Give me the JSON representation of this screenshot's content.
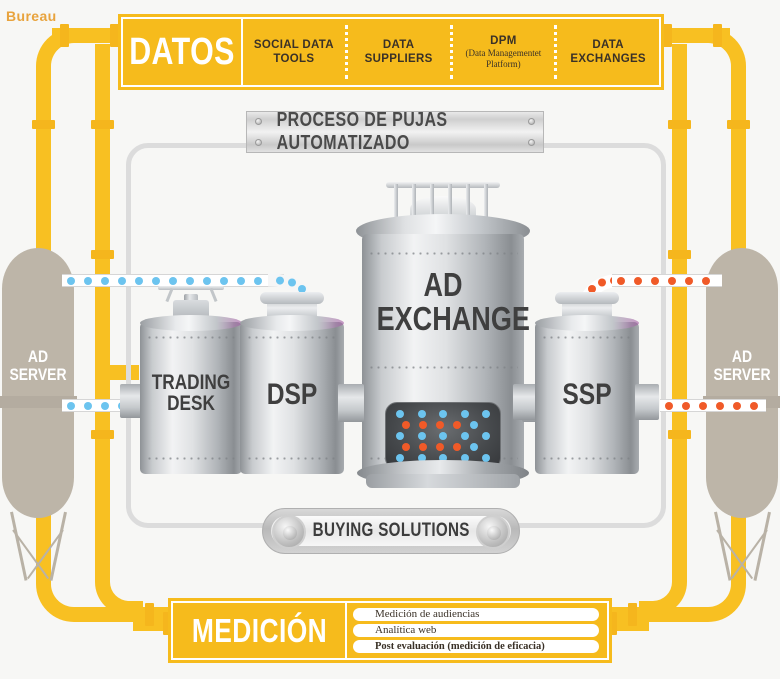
{
  "brand": {
    "label": "Bureau"
  },
  "header": {
    "title": "DATOS",
    "columns": [
      {
        "main": "SOCIAL DATA\nTOOLS",
        "sub": ""
      },
      {
        "main": "DATA\nSUPPLIERS",
        "sub": ""
      },
      {
        "main": "DPM",
        "sub": "(Data Managementet\nPlataform)"
      },
      {
        "main": "DATA\nEXCHANGES",
        "sub": ""
      }
    ],
    "col1_line1": "SOCIAL DATA",
    "col1_line2": "TOOLS",
    "col2_line1": "DATA",
    "col2_line2": "SUPPLIERS",
    "col3_line1": "DPM",
    "col3_sub1": "(Data Managementet",
    "col3_sub2": "Platform)",
    "col4_line1": "DATA",
    "col4_line2": "EXCHANGES"
  },
  "footer": {
    "title": "MEDICIÓN",
    "items": [
      "Medición de audiencias",
      "Analítica web",
      "Post evaluación (medición de eficacia)"
    ]
  },
  "banners": {
    "process": "PROCESO DE PUJAS AUTOMATIZADO",
    "buying": "BUYING SOLUTIONS"
  },
  "towers": {
    "left": {
      "line1": "AD",
      "line2": "SERVER"
    },
    "right": {
      "line1": "AD",
      "line2": "SERVER"
    }
  },
  "tanks": {
    "trading_desk": {
      "line1": "TRADING",
      "line2": "DESK"
    },
    "dsp": {
      "line1": "DSP"
    },
    "ad_exchange": {
      "line1": "AD",
      "line2": "EXCHANGE"
    },
    "ssp": {
      "line1": "SSP"
    }
  },
  "colors": {
    "yellow": "#f6bb1c",
    "pipe_yellow": "#f8c022",
    "brand_orange": "#e8a33d",
    "dot_blue": "#6cc4ef",
    "dot_orange": "#f05a28",
    "tower_gray": "#bdb5a8",
    "frame_gray": "#dcdcdc",
    "text_dark": "#3a3127",
    "background": "#f7f7f5"
  },
  "flow": {
    "ad_exchange_matrix": [
      [
        "blue",
        "blue",
        "blue",
        "blue",
        "blue"
      ],
      [
        "orange",
        "orange",
        "orange",
        "orange",
        "blue"
      ],
      [
        "blue",
        "blue",
        "blue",
        "blue",
        "blue"
      ],
      [
        "orange",
        "orange",
        "orange",
        "orange",
        "blue"
      ],
      [
        "blue",
        "blue",
        "blue",
        "blue",
        "blue"
      ]
    ],
    "left_side_color": "blue",
    "right_side_color": "orange"
  }
}
